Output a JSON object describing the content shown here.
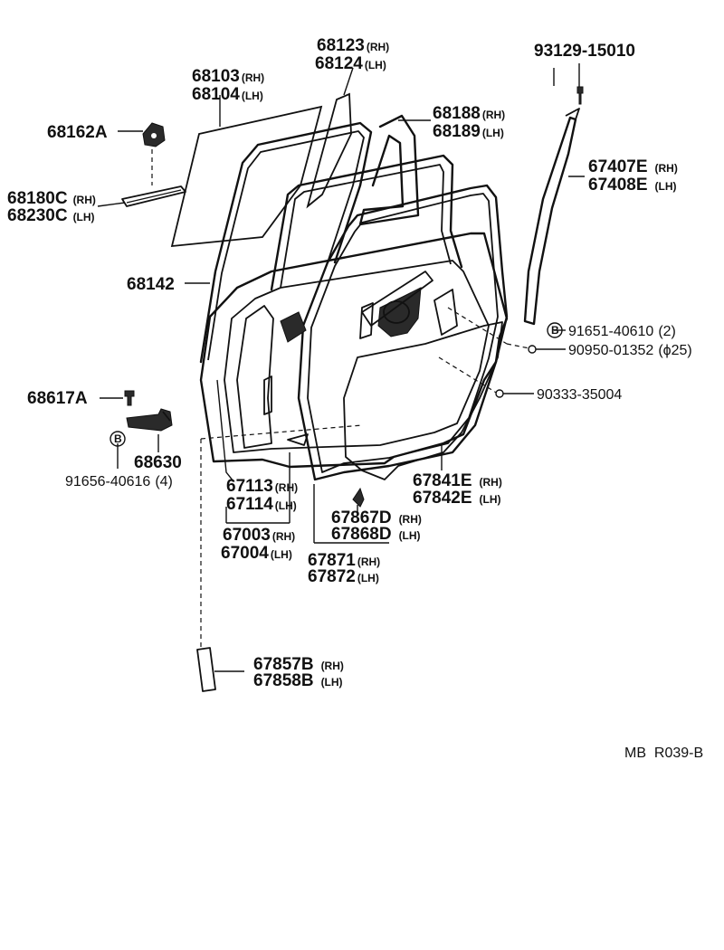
{
  "callouts": [
    {
      "id": "c1",
      "part": "93129-15010",
      "suffix": ""
    },
    {
      "id": "c2",
      "part": "68123",
      "suffix": "(RH)"
    },
    {
      "id": "c3",
      "part": "68124",
      "suffix": "(LH)"
    },
    {
      "id": "c4",
      "part": "68103",
      "suffix": "(RH)"
    },
    {
      "id": "c5",
      "part": "68104",
      "suffix": "(LH)"
    },
    {
      "id": "c6",
      "part": "68162A",
      "suffix": ""
    },
    {
      "id": "c7",
      "part": "68188",
      "suffix": "(RH)"
    },
    {
      "id": "c8",
      "part": "68189",
      "suffix": "(LH)"
    },
    {
      "id": "c9",
      "part": "67407E",
      "suffix": "(RH)"
    },
    {
      "id": "c10",
      "part": "67408E",
      "suffix": "(LH)"
    },
    {
      "id": "c11",
      "part": "68180C",
      "suffix": "(RH)"
    },
    {
      "id": "c12",
      "part": "68230C",
      "suffix": "(LH)"
    },
    {
      "id": "c13",
      "part": "68142",
      "suffix": ""
    },
    {
      "id": "c14",
      "part": "91651-40610",
      "suffix": "(2)"
    },
    {
      "id": "c15",
      "part": "90950-01352",
      "suffix": "(ϕ25)"
    },
    {
      "id": "c16",
      "part": "68617A",
      "suffix": ""
    },
    {
      "id": "c17",
      "part": "90333-35004",
      "suffix": ""
    },
    {
      "id": "c18",
      "part": "68630",
      "suffix": ""
    },
    {
      "id": "c19",
      "part": "91656-40616",
      "suffix": "(4)"
    },
    {
      "id": "c20",
      "part": "67113",
      "suffix": "(RH)"
    },
    {
      "id": "c21",
      "part": "67114",
      "suffix": "(LH)"
    },
    {
      "id": "c22",
      "part": "67841E",
      "suffix": "(RH)"
    },
    {
      "id": "c23",
      "part": "67842E",
      "suffix": "(LH)"
    },
    {
      "id": "c24",
      "part": "67867D",
      "suffix": "(RH)"
    },
    {
      "id": "c25",
      "part": "67868D",
      "suffix": "(LH)"
    },
    {
      "id": "c26",
      "part": "67003",
      "suffix": "(RH)"
    },
    {
      "id": "c27",
      "part": "67004",
      "suffix": "(LH)"
    },
    {
      "id": "c28",
      "part": "67871",
      "suffix": "(RH)"
    },
    {
      "id": "c29",
      "part": "67872",
      "suffix": "(LH)"
    },
    {
      "id": "c30",
      "part": "67857B",
      "suffix": "(RH)"
    },
    {
      "id": "c31",
      "part": "67858B",
      "suffix": "(LH)"
    }
  ],
  "bolt_markers": [
    {
      "id": "b1",
      "letter": "B"
    },
    {
      "id": "b2",
      "letter": "B"
    }
  ],
  "diagram_code": "MB  R039-B"
}
